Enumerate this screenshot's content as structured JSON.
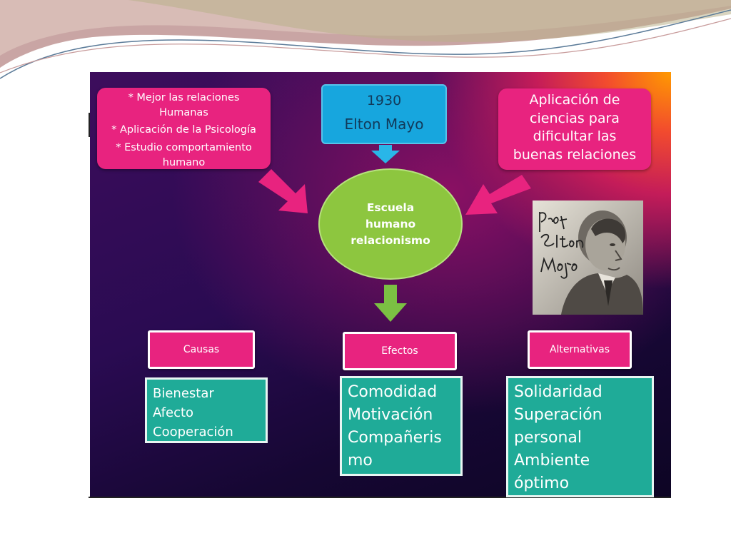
{
  "causes_list": {
    "lines": [
      "* Mejor las relaciones",
      "Humanas",
      "* Aplicación de la Psicología",
      "* Estudio comportamiento",
      "humano"
    ]
  },
  "top_box": {
    "year": "1930",
    "name": "Elton Mayo"
  },
  "right_box": {
    "lines": [
      "Aplicación de",
      "ciencias para",
      "dificultar las",
      "buenas relaciones"
    ]
  },
  "center": {
    "lines": [
      "Escuela",
      "humano",
      "relacionismo"
    ]
  },
  "labels": {
    "causas": "Causas",
    "efectos": "Efectos",
    "alternativas": "Alternativas"
  },
  "causas_items": [
    "Bienestar",
    "Afecto",
    "Cooperación"
  ],
  "efectos_items": [
    "Comodidad",
    "Motivación",
    "Compañeris",
    "mo"
  ],
  "alternativas_items": [
    "Solidaridad",
    "Superación",
    "personal",
    "Ambiente",
    "óptimo"
  ],
  "photo": {
    "signature_text": "Prof Elton Mayo"
  },
  "colors": {
    "pink": "#e8237f",
    "blue": "#17a6de",
    "green": "#8dc63f",
    "teal": "#1fab98",
    "arrow_pink": "#e8237f",
    "arrow_blue": "#29b6e8",
    "arrow_green": "#7bc043"
  }
}
